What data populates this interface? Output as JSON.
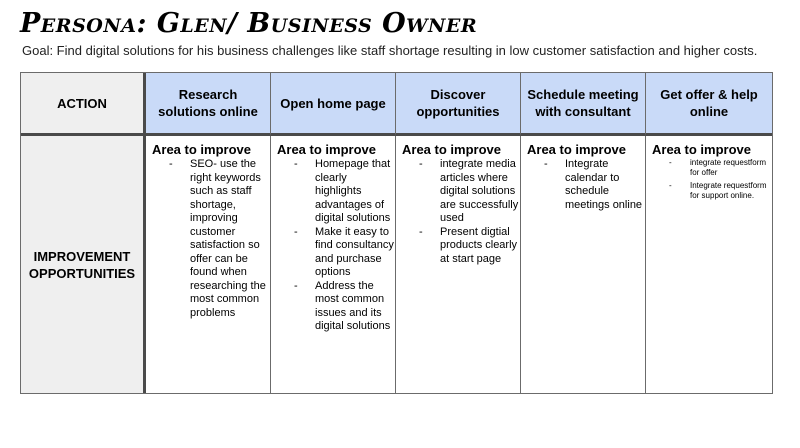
{
  "title": "Persona: Glen/ Business Owner",
  "goal": "Goal: Find digital solutions for his business challenges like staff shortage resulting in low customer satisfaction and higher costs.",
  "row_labels": {
    "action": "ACTION",
    "improvement": "IMPROVEMENT OPPORTUNITIES"
  },
  "columns": [
    {
      "header": "Research solutions online",
      "sub": "Area to improve",
      "items": [
        "SEO- use the right keywords such as staff shortage, improving customer satisfaction so offer can be found when researching the most common problems"
      ]
    },
    {
      "header": "Open home page",
      "sub": "Area to improve",
      "items": [
        "Homepage that clearly highlights advantages of digital solutions",
        "Make it easy to find consultancy and purchase options",
        "Address the most common issues and its digital solutions"
      ]
    },
    {
      "header": "Discover opportunities",
      "sub": "Area to improve",
      "items": [
        "integrate media articles where digital solutions are successfully used",
        "Present digtial products clearly at start page"
      ]
    },
    {
      "header": "Schedule meeting with consultant",
      "sub": "Area to improve",
      "items": [
        "Integrate calendar to schedule meetings online"
      ]
    },
    {
      "header": "Get offer & help online",
      "sub": "Area to improve",
      "items": [
        "integrate requestform for offer",
        "Integrate requestform for support online."
      ]
    }
  ]
}
